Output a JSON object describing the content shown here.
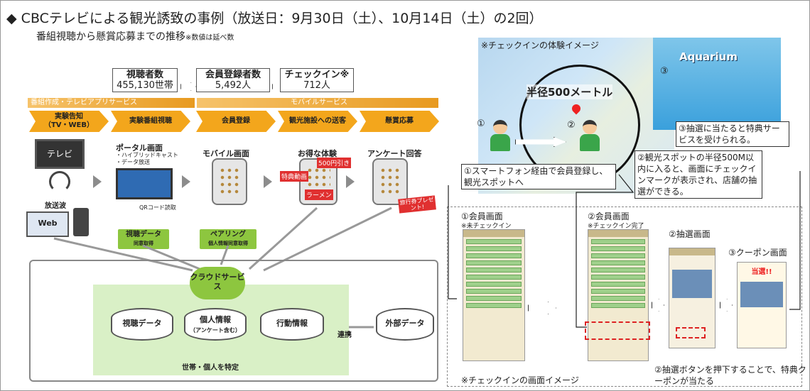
{
  "header": {
    "bullet": "◆",
    "title": "CBCテレビによる観光誘致の事例（放送日：9月30日（土）、10月14日（土）の2回）",
    "subtitle": "番組視聴から懸賞応募までの推移",
    "subtitle_note": "※数値は延べ数"
  },
  "metrics": [
    {
      "label": "視聴者数",
      "value": "455,130世帯"
    },
    {
      "label": "会員登録者数",
      "value": "5,492人"
    },
    {
      "label": "チェックイン※",
      "value": "712人"
    }
  ],
  "flow": {
    "band_left": "番組作成・テレビアプリサービス",
    "band_right": "モバイルサービス",
    "steps": [
      "実験告知",
      "実験番組視聴",
      "会員登録",
      "観光施設への送客",
      "懸賞応募"
    ],
    "step_sub": "（TV・WEB）",
    "tv_label": "テレビ",
    "broadcast_label": "放送波",
    "web_label": "Web",
    "portal_title": "ポータル画面",
    "portal_items": [
      "・ハイブリッドキャスト",
      "・データ放送"
    ],
    "qr_label": "QRコード読取",
    "mobile_title": "モバイル画面",
    "deal_title": "お得な体験",
    "deal_badge1": "500円引き",
    "deal_badge2": "特典動画",
    "deal_badge3": "ラーメン",
    "survey_title": "アンケート回答",
    "travel_badge": "旅行券プレゼント!",
    "tag_view": "視聴データ",
    "tag_view_sub": "同意取得",
    "tag_pair": "ペアリング",
    "tag_pair_sub": "個人情報同意取得",
    "cloud": "クラウドサービス",
    "db": [
      "視聴データ",
      "個人情報",
      "行動情報"
    ],
    "db_sub": "（アンケート含む）",
    "external": "外部データ",
    "link": "連携",
    "identify": "世帯・個人を特定"
  },
  "checkin": {
    "map_caption": "※チェックインの体験イメージ",
    "radius": "半径500メートル",
    "aquarium": "Aquarium",
    "marker1": "①",
    "marker2": "②",
    "marker3": "③",
    "callout1": "①スマートフォン経由で会員登録し、観光スポットへ",
    "callout2": "②観光スポットの半径500M以内に入ると、画面にチェックインマークが表示され、店舗の抽選ができる。",
    "callout3": "③抽選に当たると特典サービスを受けられる。",
    "screens": [
      {
        "title": "①会員画面",
        "note": "※未チェックイン"
      },
      {
        "title": "②会員画面",
        "note": "※チェックイン完了"
      },
      {
        "title": "②抽選画面",
        "note": ""
      },
      {
        "title": "③クーポン画面",
        "note": ""
      }
    ],
    "coupon_head": "当選!!",
    "bottom_caption": "※チェックインの画面イメージ",
    "bottom_note": "②抽選ボタンを押下することで、特典クーポンが当たる"
  },
  "colors": {
    "orange": "#f3a61c",
    "band": "#f0a830",
    "green": "#8dc63f",
    "panel": "#d9f0c6"
  }
}
